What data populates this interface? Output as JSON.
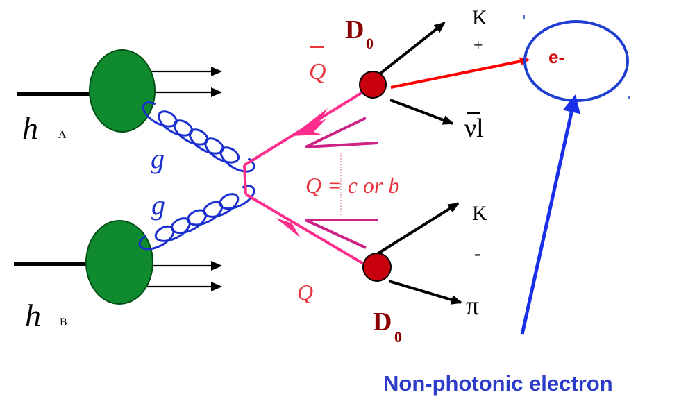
{
  "colors": {
    "hadron": "#0f8a2e",
    "gluon": "#1a2fd0",
    "quark": "#ff2d8c",
    "quark_text": "#e8323c",
    "pair_lines": "#cc2288",
    "dmeson": "#c8000e",
    "dmeson_label": "#8b0000",
    "electron": "#ff0000",
    "electron_ring": "#1f3fd0",
    "arrow_black": "#000000",
    "caption": "#2d3cc8"
  },
  "labels": {
    "hA_main": "h",
    "hA_sub": "A",
    "hB_main": "h",
    "hB_sub": "B",
    "gluon_top": "g",
    "gluon_bottom": "g",
    "qbar": "Q",
    "q": "Q",
    "q_def": "Q = c  or b",
    "d0_top_main": "D",
    "d0_top_sub": "0",
    "d0_bottom_main": "D",
    "d0_bottom_sub": "0",
    "k_plus_letter": "K",
    "k_plus_sign": "+",
    "k_minus_letter": "K",
    "k_minus_sign": "-",
    "nu_l": "νl",
    "pi": "π",
    "electron": "e-",
    "caption": "Non-photonic electron"
  },
  "icons": {
    "hadron_blob": "filled-circle",
    "d_meson_vertex": "filled-circle",
    "electron_ring": "ellipse-outline",
    "gluon": "coil"
  }
}
